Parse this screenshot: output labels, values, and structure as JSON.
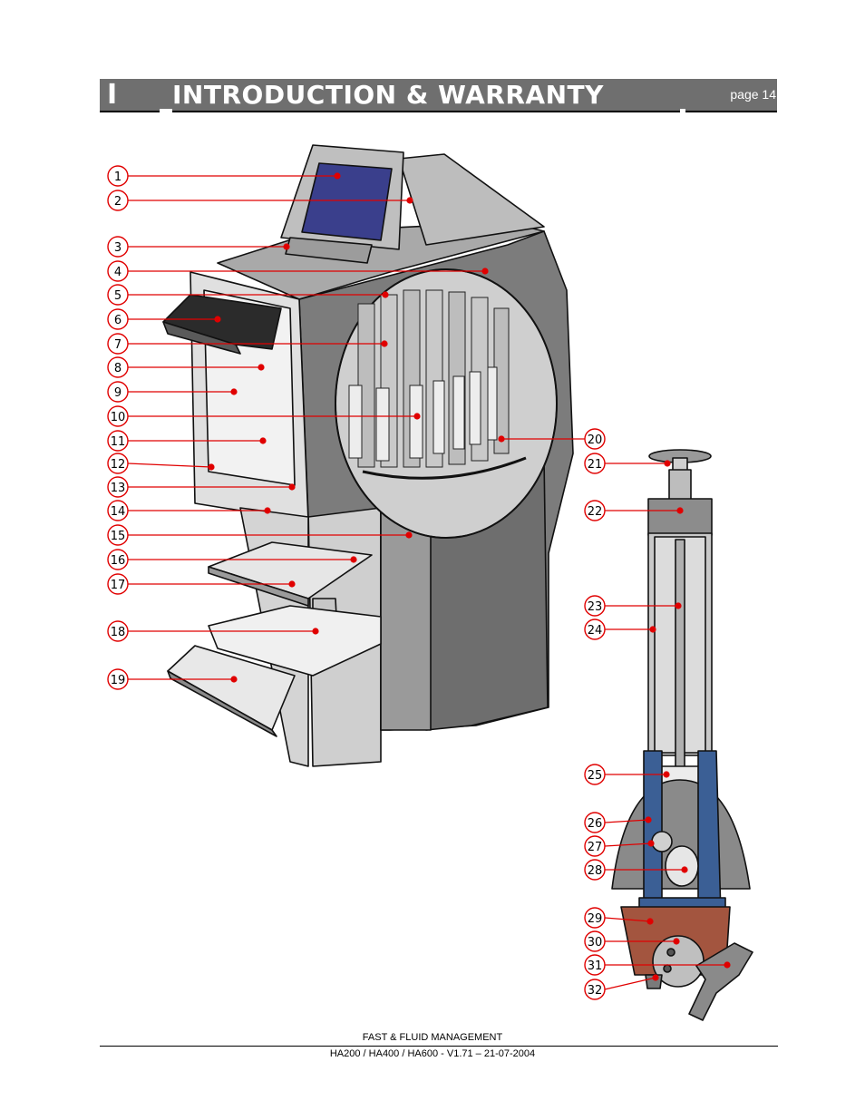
{
  "header": {
    "chapter": "I",
    "title": "INTRODUCTION & WARRANTY",
    "page_label": "page 14"
  },
  "callouts": [
    {
      "label": "1"
    },
    {
      "label": "2"
    },
    {
      "label": "3"
    },
    {
      "label": "4"
    },
    {
      "label": "5"
    },
    {
      "label": "6"
    },
    {
      "label": "7"
    },
    {
      "label": "8"
    },
    {
      "label": "9"
    },
    {
      "label": "10"
    },
    {
      "label": "11"
    },
    {
      "label": "12"
    },
    {
      "label": "13"
    },
    {
      "label": "14"
    },
    {
      "label": "15"
    },
    {
      "label": "16"
    },
    {
      "label": "17"
    },
    {
      "label": "18"
    },
    {
      "label": "19"
    },
    {
      "label": "20"
    },
    {
      "label": "21"
    },
    {
      "label": "22"
    },
    {
      "label": "23"
    },
    {
      "label": "24"
    },
    {
      "label": "25"
    },
    {
      "label": "26"
    },
    {
      "label": "27"
    },
    {
      "label": "28"
    },
    {
      "label": "29"
    },
    {
      "label": "30"
    },
    {
      "label": "31"
    },
    {
      "label": "32"
    }
  ],
  "footer": {
    "company": "FAST & FLUID MANAGEMENT",
    "document": "HA200 / HA400 / HA600  -  V1.71 – 21-07-2004"
  },
  "colors": {
    "header_bg": "#6f6f6f",
    "callout_red": "#e00000",
    "machine_gray": "#7a7a7a",
    "machine_light": "#d8d8d8",
    "screen_blue": "#3a3f8c",
    "valve_blue": "#3b5f95",
    "valve_copper": "#a3553f"
  }
}
